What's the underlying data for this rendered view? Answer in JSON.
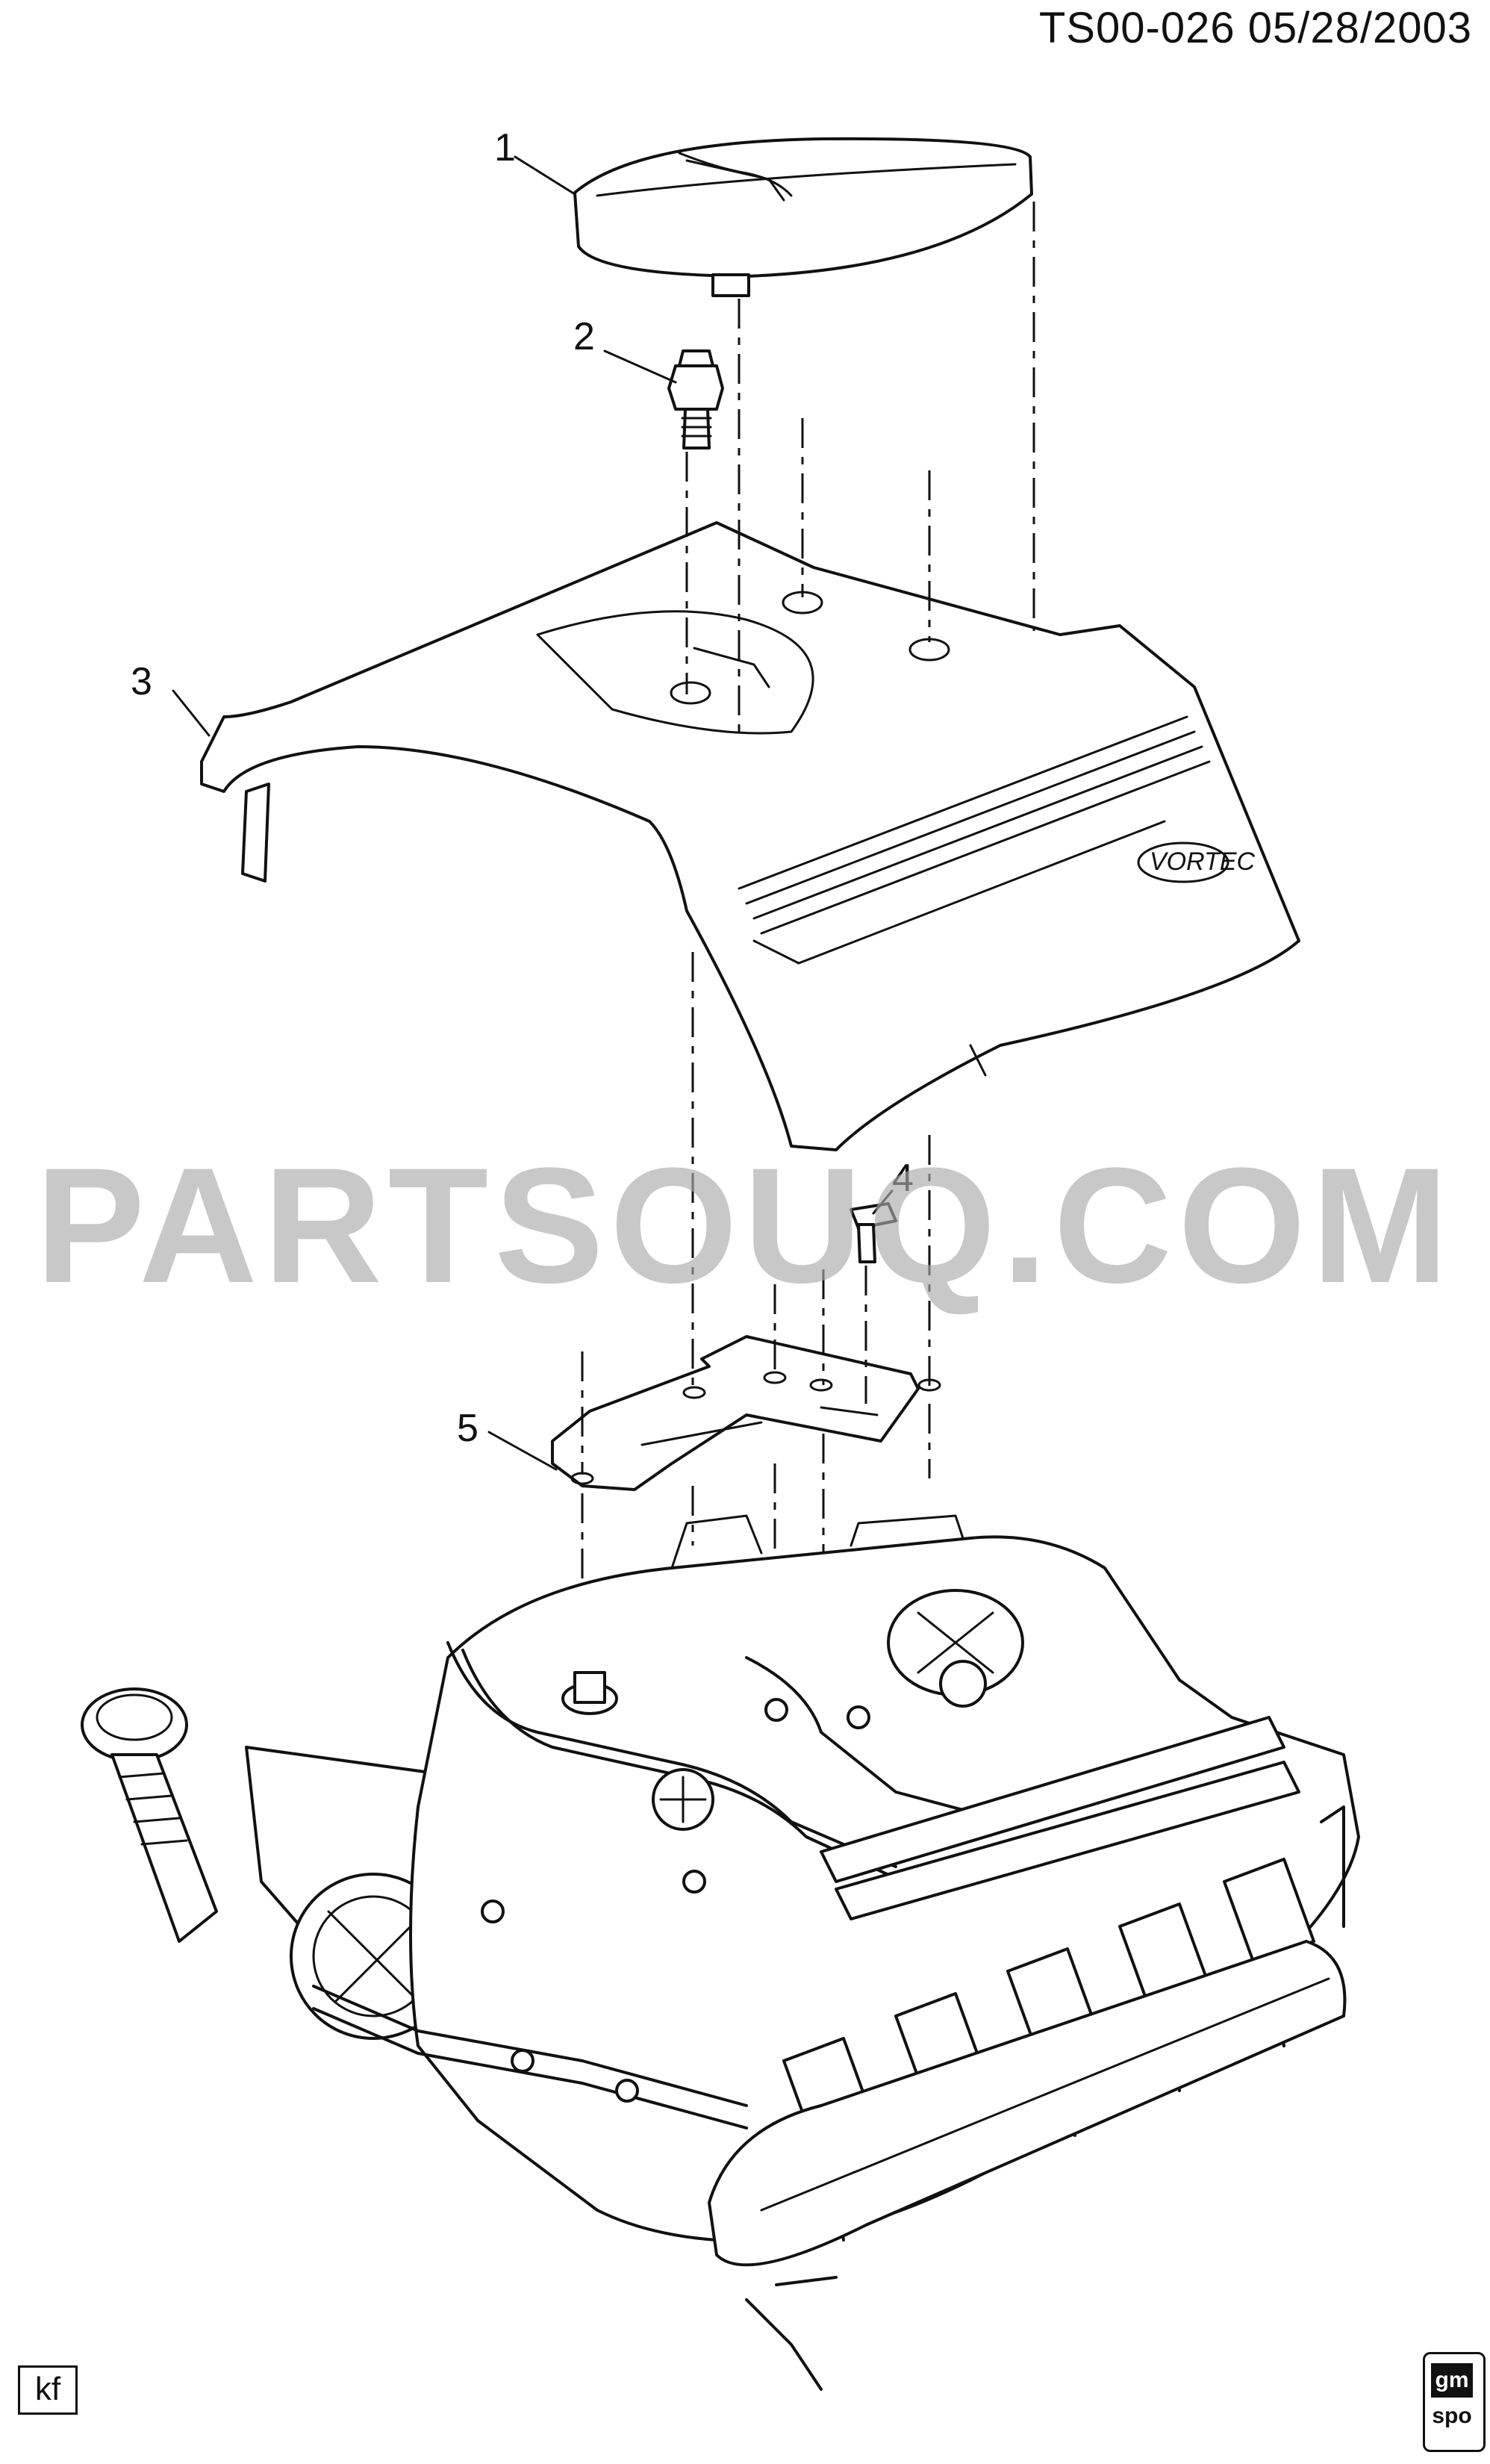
{
  "header": {
    "code": "TS00-026  05/28/2003"
  },
  "callouts": [
    "1",
    "2",
    "3",
    "4",
    "5"
  ],
  "watermark": "PARTSOUQ.COM",
  "corner_label": "kf",
  "logo": {
    "top": "gm",
    "bottom": "spo"
  },
  "part_emblem": "VORTEC"
}
